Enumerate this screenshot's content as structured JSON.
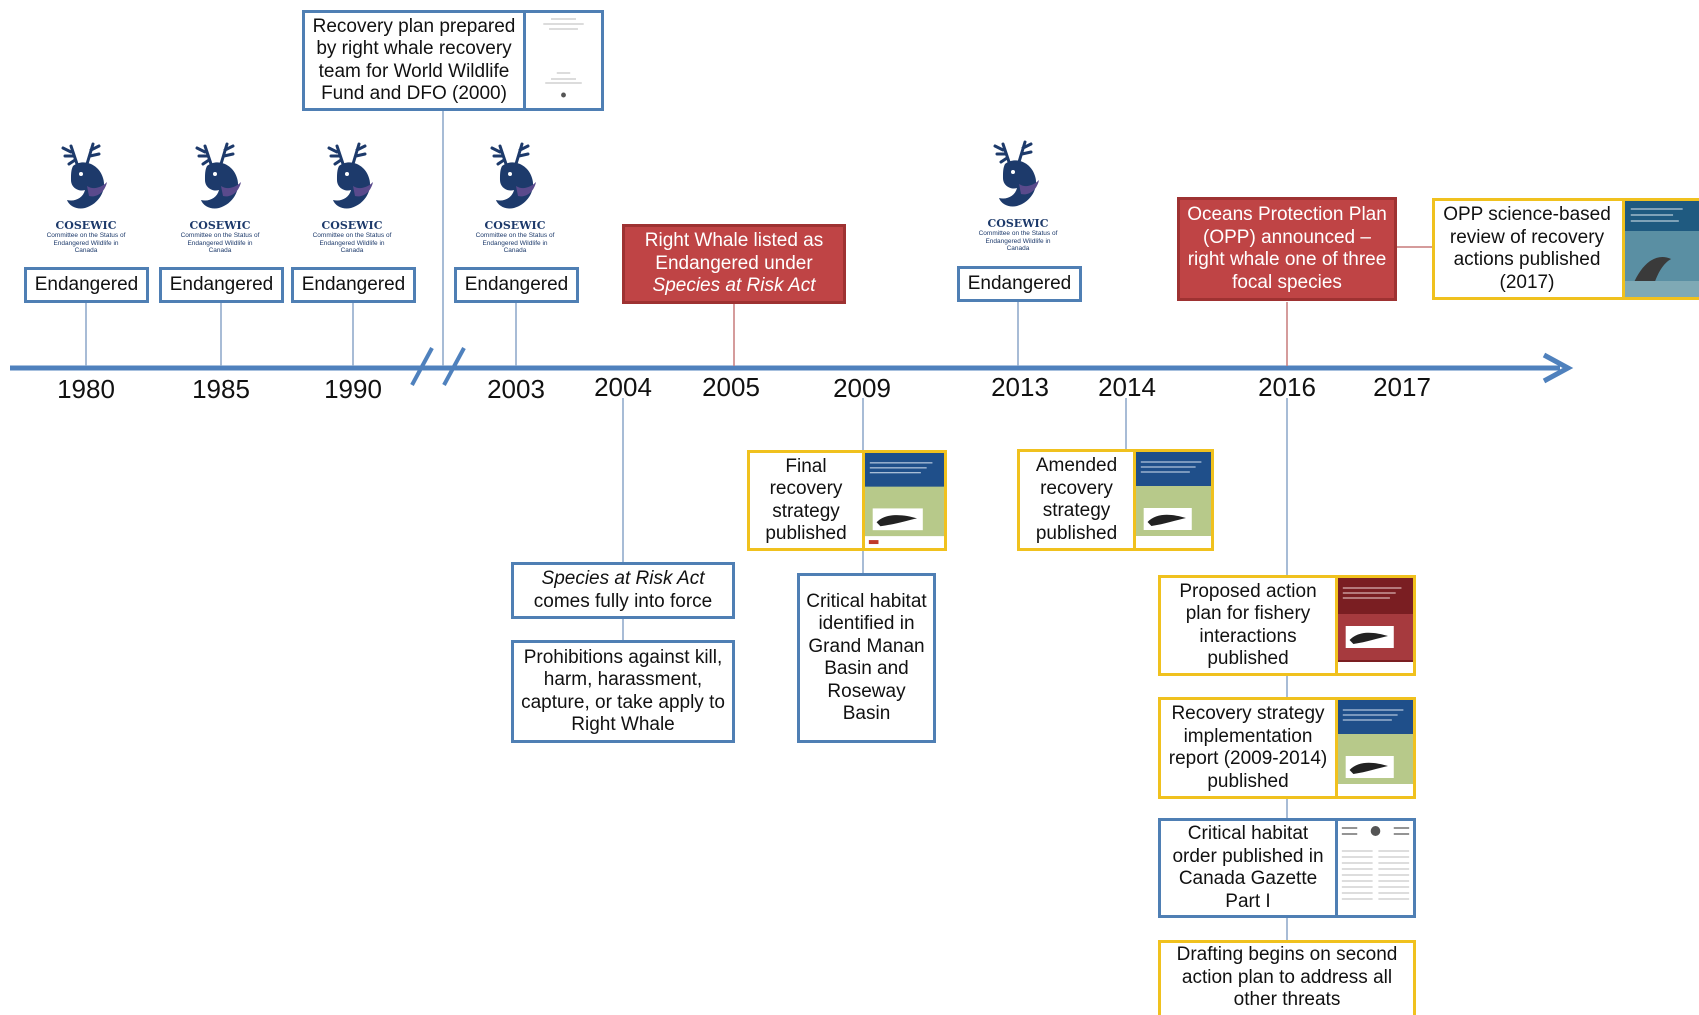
{
  "colors": {
    "axis": "#4f81bd",
    "box_blue": "#4f7fb4",
    "box_gold": "#f0c11e",
    "box_red": "#bf4445",
    "connector": "#8aa6c8"
  },
  "years": [
    "1980",
    "1985",
    "1990",
    "2003",
    "2004",
    "2005",
    "2009",
    "2013",
    "2014",
    "2016",
    "2017"
  ],
  "logos": {
    "name": "COSEWIC",
    "subtitle": "Committee on the Status of Endangered Wildlife in Canada",
    "icon": "cosewic-caribou-whale-logo"
  },
  "status": {
    "s1980": "Endangered",
    "s1985": "Endangered",
    "s1990": "Endangered",
    "s2003": "Endangered",
    "s2013": "Endangered"
  },
  "events": {
    "recovery_plan_2000": "Recovery plan prepared by right whale recovery team for World Wildlife Fund and DFO (2000)",
    "listed_2005_line1": "Right Whale listed as Endangered under",
    "listed_2005_line2": "Species at Risk Act",
    "opp_2016": "Oceans Protection Plan (OPP) announced – right whale one of three focal species",
    "opp_review_2017": "OPP science-based review of recovery actions published (2017)",
    "sara_force_line1": "Species at Risk Act",
    "sara_force_line2": "comes fully into force",
    "prohibitions": "Prohibitions against kill, harm, harassment, capture, or take apply to Right Whale",
    "final_strategy_2009": "Final recovery strategy published",
    "critical_habitat_2009": "Critical habitat identified in Grand Manan Basin and Roseway Basin",
    "amended_strategy_2014": "Amended recovery strategy published",
    "fishery_plan_2016": "Proposed action plan for fishery interactions published",
    "implementation_report_2016": "Recovery strategy implementation report (2009-2014) published",
    "habitat_order_2016": "Critical habitat order published in Canada Gazette Part I",
    "second_plan_2016": "Drafting begins on second action plan to address all other threats"
  },
  "thumbnails": {
    "plan_cover": "document-cover-icon",
    "strategy_cover": "recovery-strategy-cover-icon",
    "gazette_cover": "canada-gazette-cover-icon",
    "whale_photo": "right-whale-photo-icon"
  }
}
